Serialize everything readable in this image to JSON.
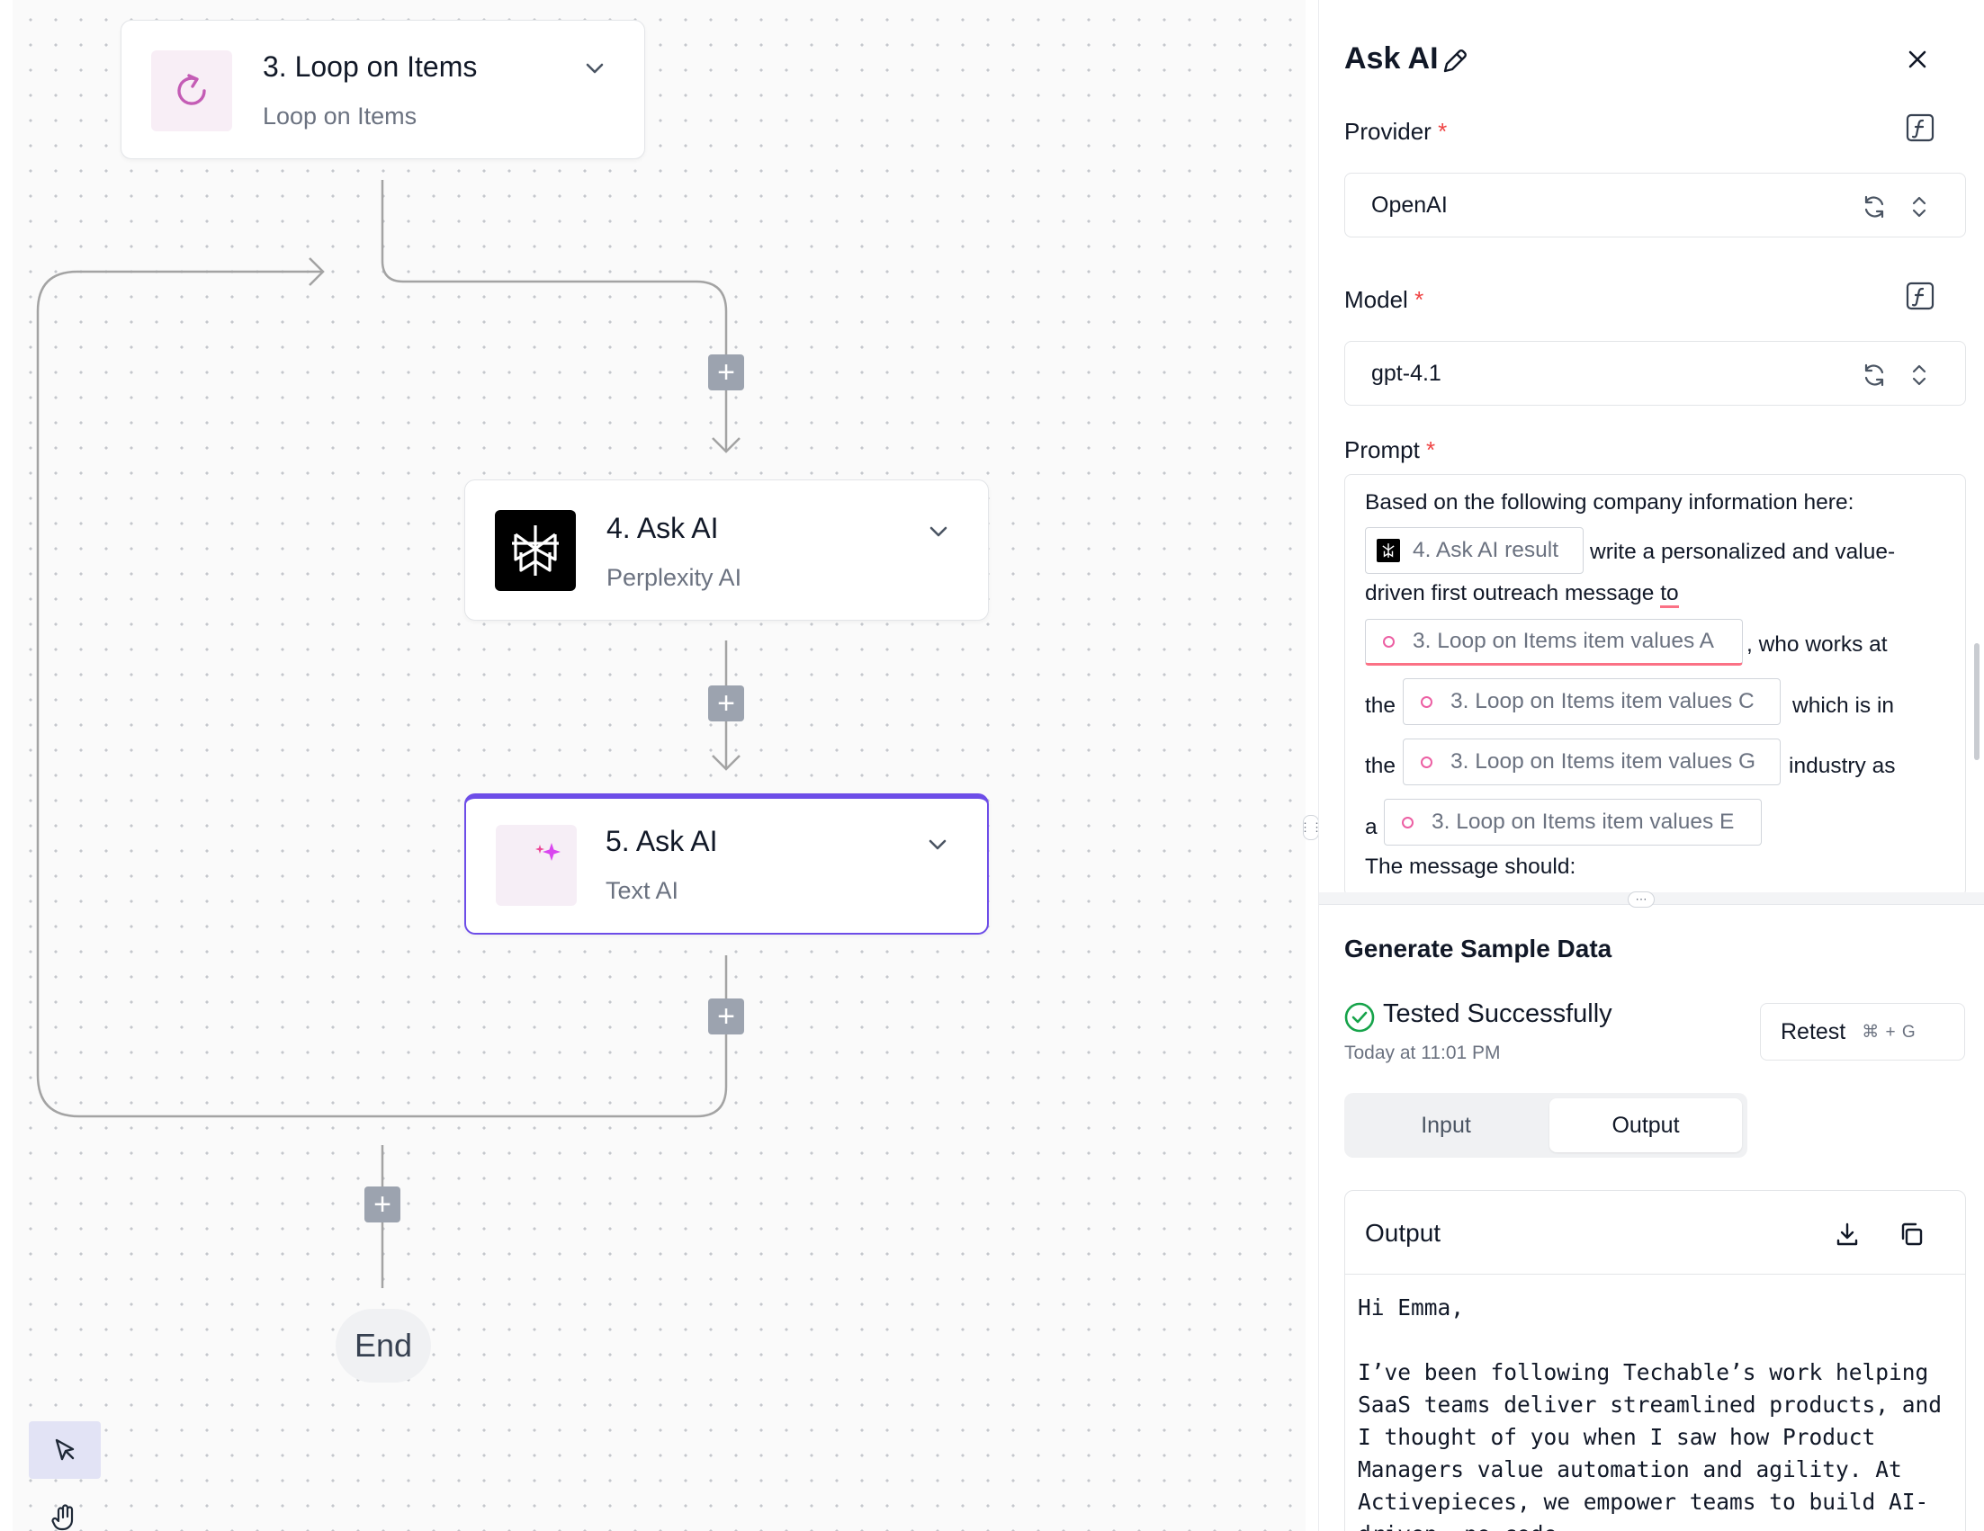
{
  "canvas": {
    "steps": [
      {
        "title": "3. Loop on Items",
        "subtitle": "Loop on Items",
        "icon": "loop-icon"
      },
      {
        "title": "4. Ask AI",
        "subtitle": "Perplexity AI",
        "icon": "perplexity-logo-icon"
      },
      {
        "title": "5. Ask AI",
        "subtitle": "Text AI",
        "icon": "text-ai-icon"
      }
    ],
    "end_label": "End",
    "tools": [
      "select-pointer-icon",
      "pan-hand-icon"
    ],
    "colors": {
      "accent": "#6d4de8",
      "plus_button": "#9ca3af",
      "edge": "#a3a3a3"
    }
  },
  "panel": {
    "title": "Ask AI",
    "provider": {
      "label": "Provider",
      "required_mark": "*",
      "value": "OpenAI"
    },
    "model": {
      "label": "Model",
      "required_mark": "*",
      "value": "gpt-4.1"
    },
    "prompt": {
      "label": "Prompt",
      "required_mark": "*",
      "line1": "Based on the following company information here:",
      "chip_ask_ai": "4. Ask AI result",
      "text_after_chip1": "write a personalized and value-",
      "line3": "driven first outreach message ",
      "line3_spell": "to",
      "chip_a": "3. Loop on Items item values A",
      "text_after_a": ", who works at",
      "the1": "the",
      "chip_c": "3. Loop on Items item values C",
      "text_after_c": "which is in",
      "the2": "the",
      "chip_g": "3. Loop on Items item values G",
      "text_after_g": "industry as",
      "a": "a",
      "chip_e": "3. Loop on Items item values E",
      "last_line": "The message should:"
    },
    "sample": {
      "title": "Generate Sample Data",
      "status": "Tested Successfully",
      "time": "Today at 11:01 PM",
      "retest_label": "Retest",
      "retest_shortcut": "⌘ + G",
      "tabs": [
        "Input",
        "Output"
      ],
      "active_tab": "Output",
      "output_title": "Output",
      "output_text": "Hi Emma,\n\nI’ve been following Techable’s work helping SaaS teams deliver streamlined products, and I thought of you when I saw how Product Managers value automation and agility. At Activepieces, we empower teams to build AI-driven, no-code"
    }
  }
}
